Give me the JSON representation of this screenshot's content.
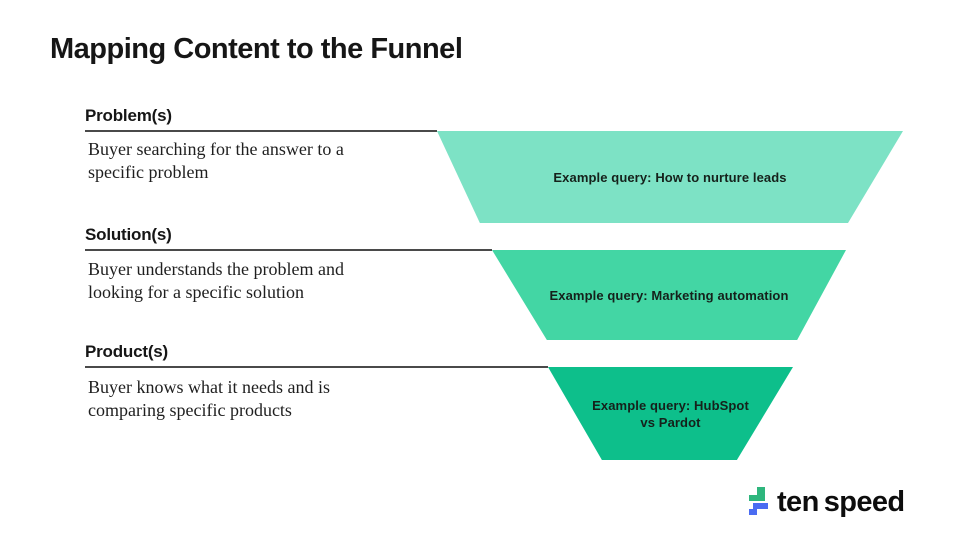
{
  "slide": {
    "title": "Mapping Content to the Funnel"
  },
  "stages": [
    {
      "heading": "Problem(s)",
      "description": "Buyer searching for the answer to a specific problem",
      "example_query": "Example query: How to nurture leads",
      "color": "#7de2c5"
    },
    {
      "heading": "Solution(s)",
      "description": "Buyer understands the problem and looking for a specific solution",
      "example_query": "Example query: Marketing automation",
      "color": "#43d6a4"
    },
    {
      "heading": "Product(s)",
      "description": "Buyer knows what it needs and is comparing specific products",
      "example_query": "Example query: HubSpot vs Pardot",
      "color": "#0dbf8b"
    }
  ],
  "logo": {
    "word_part1": "ten",
    "word_part2": "speed",
    "mark_green": "#2eb67d",
    "mark_blue": "#4a6cf2"
  },
  "colors": {
    "background": "#ffffff",
    "rule": "#4a4a4a",
    "text": "#161616"
  }
}
